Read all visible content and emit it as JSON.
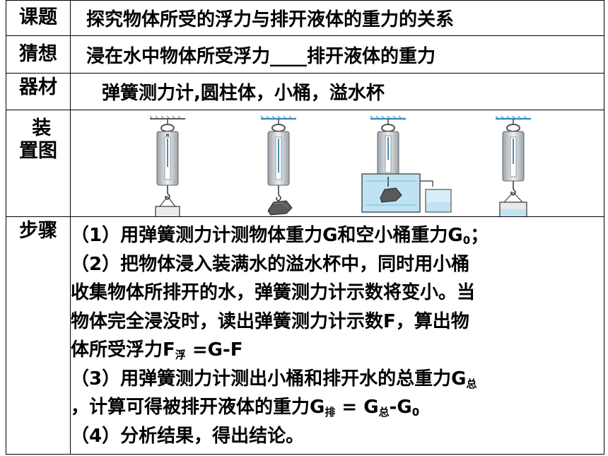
{
  "rows": {
    "topic": {
      "label": "课题",
      "value": "探究物体所受的浮力与排开液体的重力的关系"
    },
    "hypothesis": {
      "label": "猜想",
      "value_before": "浸在水中物体所受浮力",
      "blank": "____",
      "value_after": "排开液体的重力"
    },
    "materials": {
      "label": "器材",
      "value": "弹簧测力计,圆柱体，小桶，溢水杯"
    },
    "apparatus": {
      "label_line1": "装",
      "label_line2": "置图"
    },
    "steps": {
      "label": "步骤"
    }
  },
  "steps_text": {
    "s1_a": "（1）用弹簧测力计测物体重力G和空小桶重力G",
    "s1_sub": "0",
    "s1_b": "；",
    "s2_l1": "（2）把物体浸入装满水的溢水杯中，同时用小桶",
    "s2_l2": "收集物体所排开的水，弹簧测力计示数将变小。当",
    "s2_l3": "物体完全浸没时，读出弹簧测力计示数F，算出物",
    "s2_l4_a": "体所受浮力F",
    "s2_l4_sub": "浮",
    "s2_l4_b": " =G-F",
    "s3_l1_a": "（3）用弹簧测力计测出小桶和排开水的总重力G",
    "s3_l1_sub": "总",
    "s3_l2_a": "，计算可得被排开液体的重力G",
    "s3_l2_sub1": "排",
    "s3_l2_b": " = G",
    "s3_l2_sub2": "总",
    "s3_l2_c": "-G",
    "s3_l2_sub3": "0",
    "s4": "（4）分析结果，得出结论。"
  },
  "scale_label": "N",
  "colors": {
    "border": "#000000",
    "water": "#bfe3f3",
    "metal": "#c9ced3",
    "steel": "#4a90b8"
  }
}
